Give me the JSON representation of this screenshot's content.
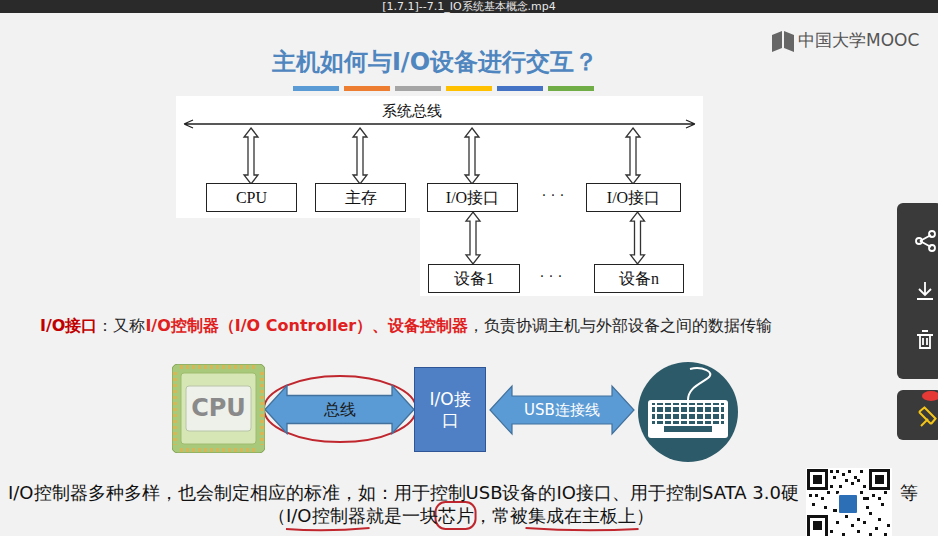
{
  "diagram": {
    "title": "主机如何与I/O设备进行交互？",
    "nodes": [
      {
        "text": [
          "CPU"
        ]
      },
      {
        "text": [
          "主存"
        ]
      },
      {
        "text": [
          "I/O接口"
        ]
      },
      {
        "text": [
          "I/O接口"
        ]
      },
      {
        "text": [
          "设备1"
        ]
      },
      {
        "text": [
          "设备n"
        ]
      },
      {
        "text": [
          "CPU"
        ]
      },
      {
        "text": [
          "I/O接口"
        ]
      }
    ],
    "edges": [
      {
        "from": 2,
        "to": 4,
        "arrow": "both"
      },
      {
        "from": 3,
        "to": 5,
        "arrow": "both"
      },
      {
        "from": 6,
        "to": 7,
        "arrow": "both",
        "label": "总线"
      }
    ],
    "labels": [
      "[1.7.1]--7.1_IO系统基本概念.mp4",
      "中国大学MOOC",
      "系统总线",
      "· · ·",
      "· · ·",
      "I/O接口",
      "：又称",
      "I/O控制器（I/O Controller）、设备控制器",
      "，负责协调主机与外部设备之间的数据传输",
      "USB连接线",
      "I/O控制器多种多样，也会制定相应的标准，如：用于控制USB设备的IO接口、用于控制SATA 3.0硬",
      "等",
      "（I/O控制器就是一块芯片，常被集成在主板上）"
    ]
  }
}
